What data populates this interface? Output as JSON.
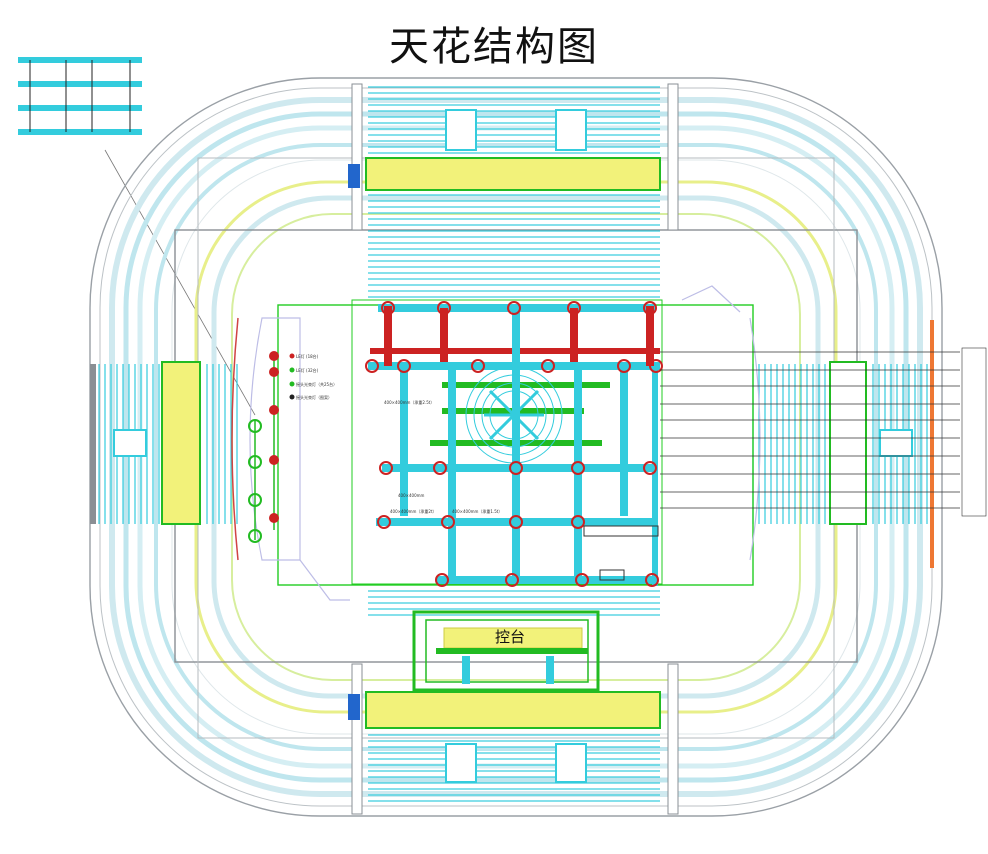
{
  "title": "天花结构图",
  "console_label": "控台",
  "legend": {
    "items": [
      {
        "text": "LE灯 (18台)"
      },
      {
        "text": "LE灯 (32台)"
      },
      {
        "text": "摇头光束灯（共25台）"
      },
      {
        "text": "摇头光束灯（图案）"
      }
    ]
  },
  "truss_notes": [
    "400×400mm",
    "400×400mm（承重2t）",
    "400×400mm（承重2.5t）",
    "400×400mm（承重1.5t）"
  ],
  "colors": {
    "truss": "#33ccdd",
    "truss_green": "#22bb22",
    "red_beam": "#cc2222",
    "yellow_band": "#f2f27a",
    "gray_bowl": "#9aa0a6",
    "stage_outline": "#22cc22",
    "blue_seat": "#2266cc"
  }
}
